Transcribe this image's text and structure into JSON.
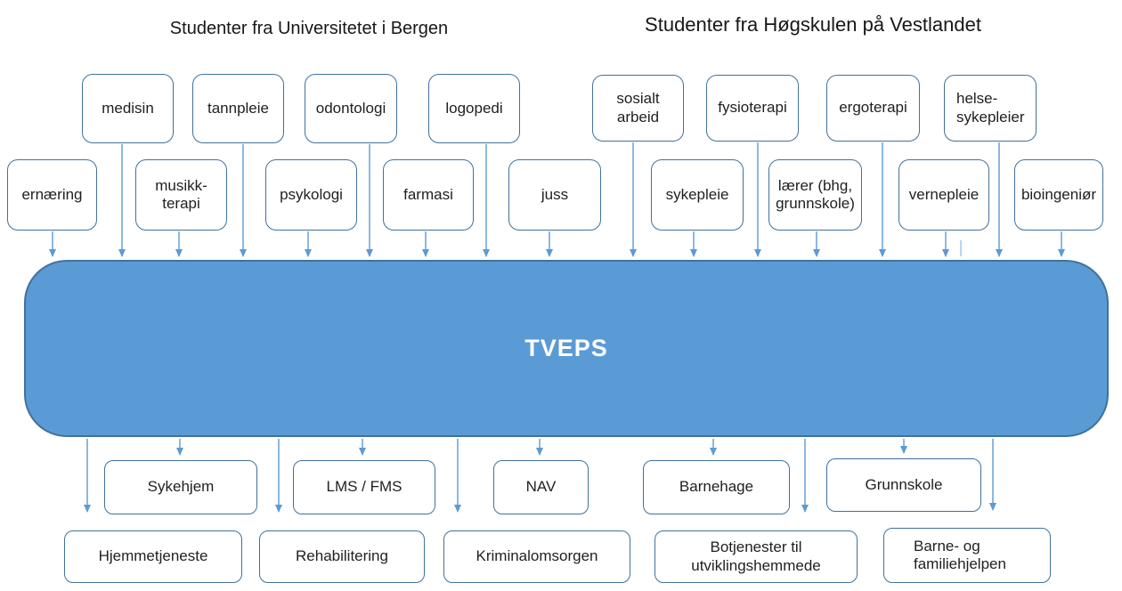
{
  "colors": {
    "tveps_fill": "#5B9BD5",
    "box_border": "#41719C",
    "arrow": "#5B9BD5",
    "tveps_text": "#ffffff",
    "text": "#1f1f1f"
  },
  "uib": {
    "title": "Studenter fra Universitetet i Bergen",
    "row1": [
      "medisin",
      "tannpleie",
      "odontologi",
      "logopedi"
    ],
    "row2": [
      "ernæring",
      "musikk-\nterapi",
      "psykologi",
      "farmasi",
      "juss"
    ]
  },
  "hvl": {
    "title": "Studenter fra Høgskulen på Vestlandet",
    "row1": [
      "sosialt\narbeid",
      "fysioterapi",
      "ergoterapi",
      "helse-\nsykepleier"
    ],
    "row2": [
      "sykepleie",
      "lærer (bhg,\ngrunnskole)",
      "vernepleie",
      "bioingeniør"
    ]
  },
  "center": {
    "label": "TVEPS"
  },
  "arenas": {
    "row1": [
      "Sykehjem",
      "LMS / FMS",
      "NAV",
      "Barnehage",
      "Grunnskole"
    ],
    "row2": [
      "Hjemmetjeneste",
      "Rehabilitering",
      "Kriminalomsorgen",
      "Botjenester til\nutviklingshemmede",
      "Barne- og\nfamiliehjelpen"
    ]
  }
}
